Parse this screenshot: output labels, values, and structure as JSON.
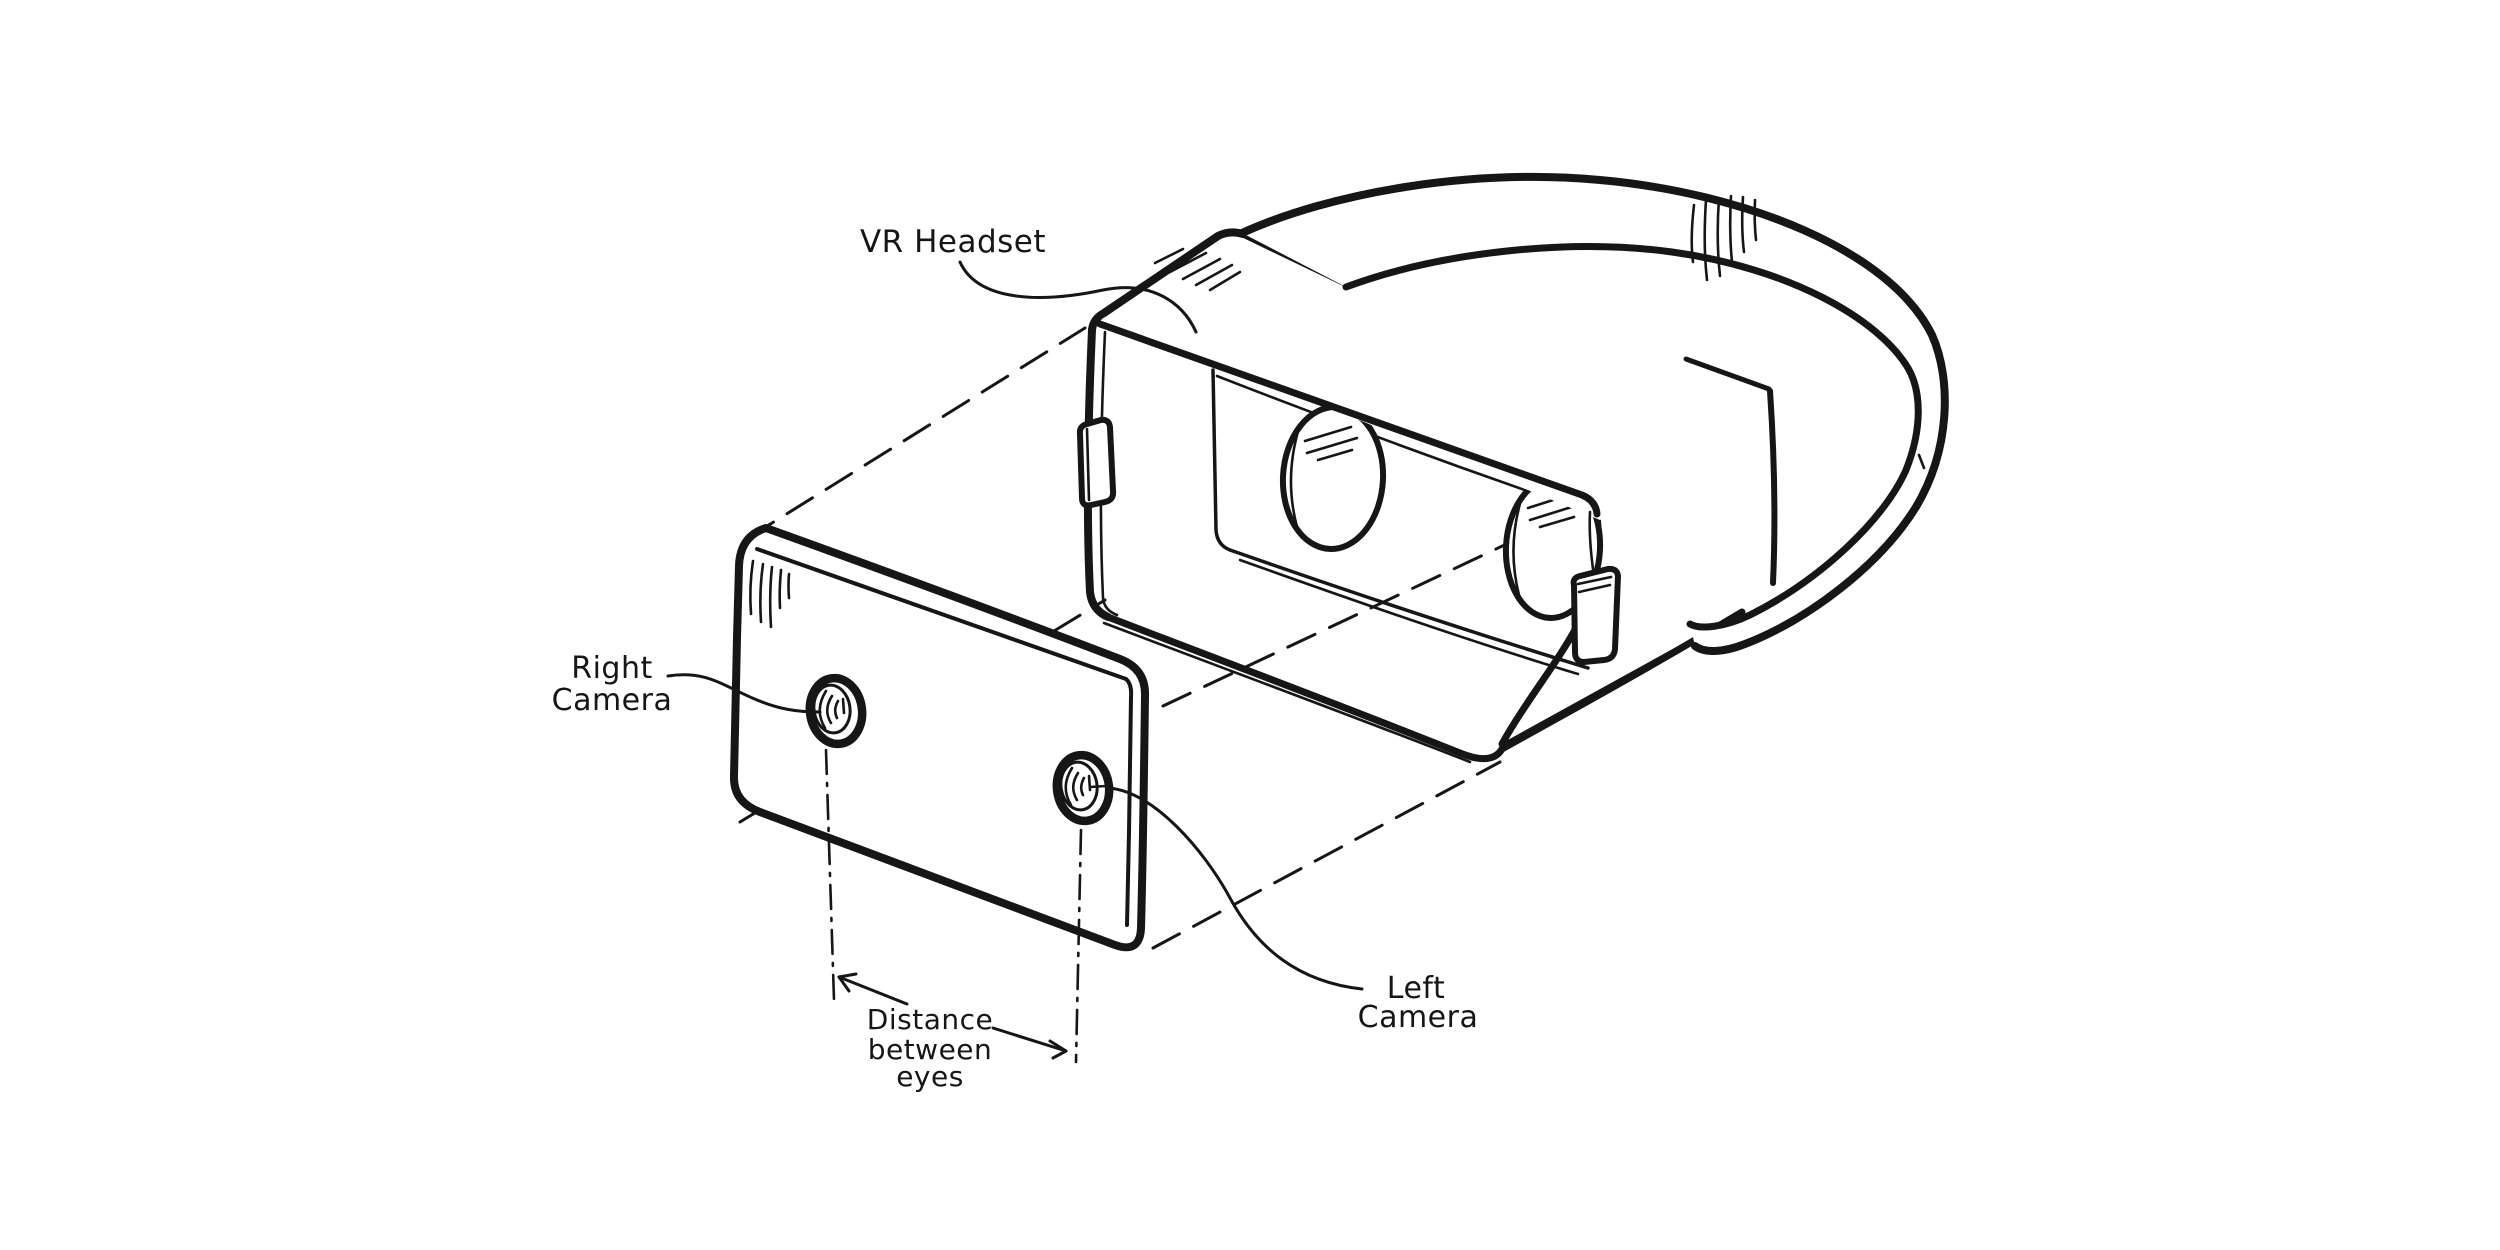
{
  "figure": {
    "kind": "hand-drawn diagram",
    "subject": "VR headset with external stereo camera plate",
    "background_color": "#ffffff",
    "ink_color": "#161616"
  },
  "labels": {
    "vr_headset": {
      "text": "VR Headset"
    },
    "right_camera": {
      "lines": [
        "Right",
        "Camera"
      ]
    },
    "left_camera": {
      "lines": [
        "Left",
        "Camera"
      ]
    },
    "eye_distance": {
      "lines": [
        "Distance",
        "between",
        "eyes"
      ]
    }
  }
}
